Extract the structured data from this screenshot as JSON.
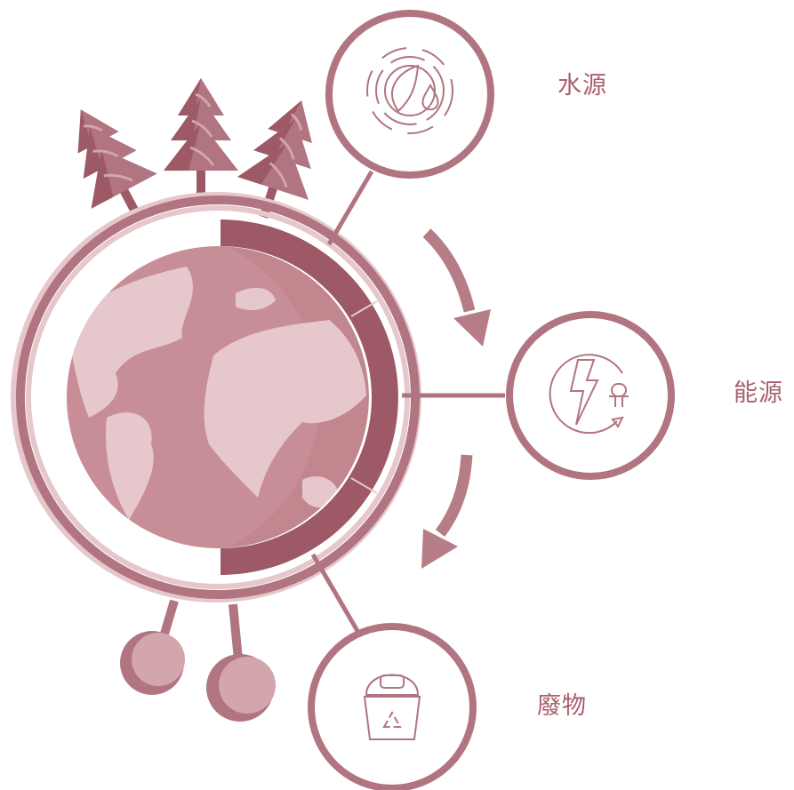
{
  "labels": {
    "water": "水源",
    "energy": "能源",
    "waste": "廢物"
  },
  "colors": {
    "primary": "#b07580",
    "dark": "#9d5a66",
    "light": "#d3a5ac",
    "pale": "#e6c7cb",
    "ocean": "#c2868f",
    "arrow": "#b67d86"
  },
  "icons": {
    "water": "leaf-water-drop-icon",
    "energy": "lightning-plug-icon",
    "waste": "recycle-bin-icon"
  }
}
